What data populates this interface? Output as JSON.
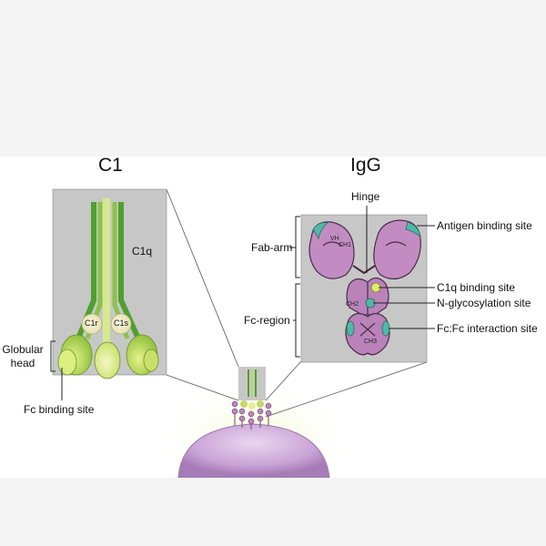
{
  "c1": {
    "title": "C1",
    "c1q_label": "C1q",
    "c1r_label": "C1r",
    "c1s_label": "C1s",
    "globular_head_label": "Globular\nhead",
    "fc_binding_site_label": "Fc binding site"
  },
  "igg": {
    "title": "IgG",
    "hinge_label": "Hinge",
    "fab_arm_label": "Fab-arm",
    "fc_region_label": "Fc-region",
    "vh_label": "VH",
    "ch1_label": "CH1",
    "ch2_label": "CH2",
    "ch3_label": "CH3",
    "callouts": {
      "antigen_binding_site": "Antigen binding site",
      "c1q_binding_site": "C1q binding site",
      "n_glycosylation_site": "N-glycosylation site",
      "fc_fc_interaction_site": "Fc:Fc interaction site"
    }
  },
  "colors": {
    "panel_gray": "#c7c7c7",
    "stalk_dark_green": "#4fa02e",
    "stalk_light_green": "#b5d96a",
    "head_yellow_green": "#d9ec7c",
    "c1r_c1s_cream": "#f1ecc4",
    "igg_purple": "#c28cc2",
    "igg_outline": "#4a2a4a",
    "binding_teal": "#4fb9a6",
    "cell_lavender": "#c39bd0"
  }
}
